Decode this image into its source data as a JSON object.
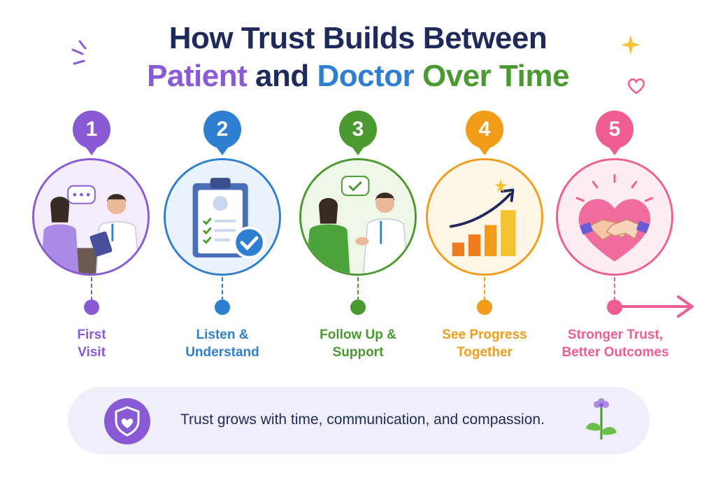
{
  "title": {
    "line1": "How Trust Builds Between",
    "patient": "Patient",
    "and": "and",
    "doctor": "Doctor",
    "over_time": "Over Time"
  },
  "steps": [
    {
      "number": "1",
      "label_line1": "First",
      "label_line2": "Visit",
      "color": "#8a5ad6",
      "illustration": "patient-doctor-consultation-icon"
    },
    {
      "number": "2",
      "label_line1": "Listen &",
      "label_line2": "Understand",
      "color": "#2e7fd1",
      "illustration": "clipboard-checklist-icon"
    },
    {
      "number": "3",
      "label_line1": "Follow Up &",
      "label_line2": "Support",
      "color": "#4a9a2f",
      "illustration": "doctor-supporting-patient-icon"
    },
    {
      "number": "4",
      "label_line1": "See Progress",
      "label_line2": "Together",
      "color": "#f39c1a",
      "illustration": "rising-bar-chart-icon"
    },
    {
      "number": "5",
      "label_line1": "Stronger Trust,",
      "label_line2": "Better Outcomes",
      "color": "#ef5d93",
      "illustration": "heart-handshake-icon"
    }
  ],
  "banner": {
    "text": "Trust grows with time, communication, and compassion.",
    "left_icon": "shield-heart-icon",
    "right_icon": "flower-sprout-icon"
  }
}
